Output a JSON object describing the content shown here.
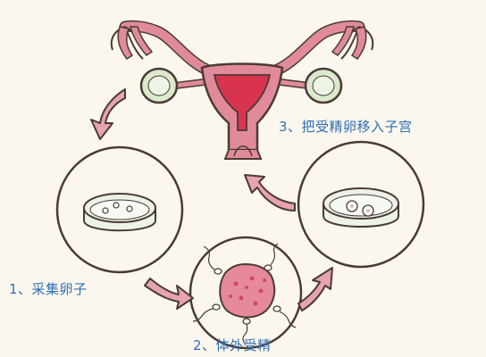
{
  "steps": [
    {
      "label": "1、采集卵子"
    },
    {
      "label": "2、体外受精"
    },
    {
      "label": "3、把受精卵移入子宫"
    }
  ],
  "colors": {
    "background": "#fbf7ef",
    "label_text": "#2e6fb0",
    "outline": "#4a3b33",
    "uterus_pink": "#e08a9c",
    "uterus_inner": "#d9344f",
    "ovary_green": "#dbe9cd",
    "arrow_pink": "#e6a3b1",
    "dish_fill": "#ecf2ea",
    "embryo_pink": "#e6899a"
  }
}
